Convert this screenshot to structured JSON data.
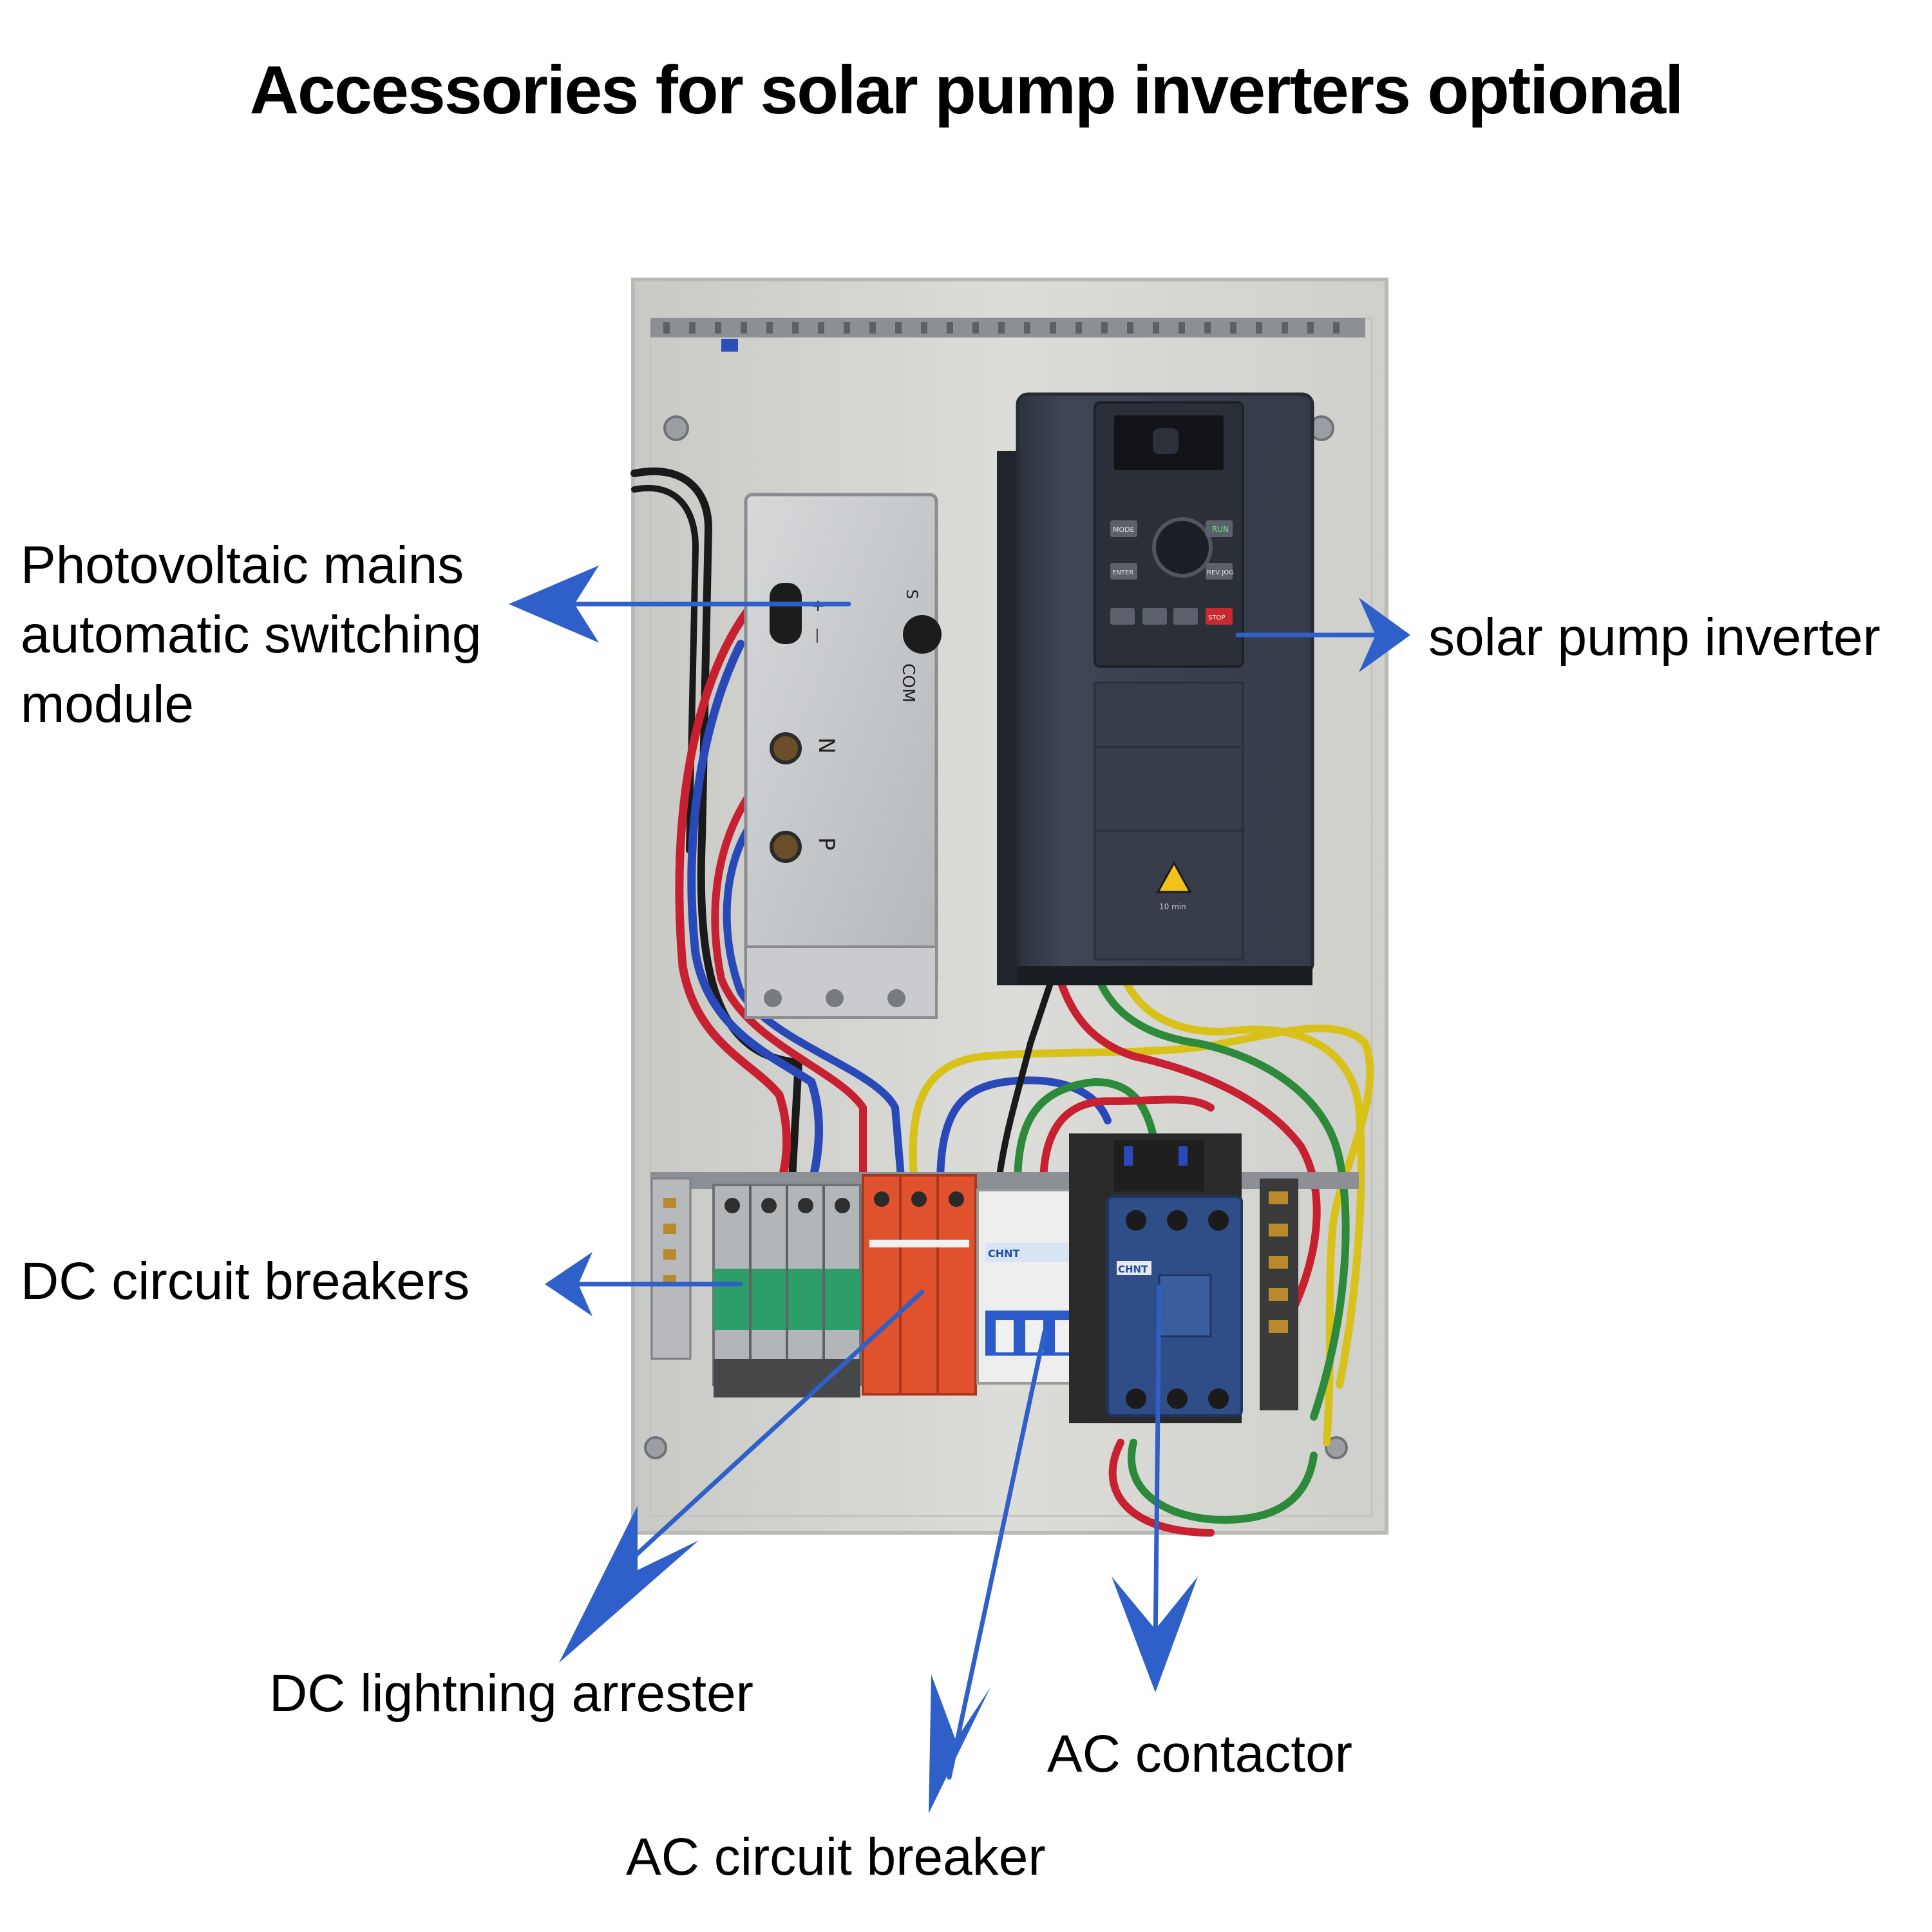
{
  "title": "Accessories for solar pump inverters optional",
  "labels": {
    "pv_module": [
      "Photovoltaic mains",
      "automatic switching",
      "module"
    ],
    "inverter": "solar pump inverter",
    "dc_breakers": "DC circuit breakers",
    "dc_arrester": "DC lightning arrester",
    "ac_breaker": "AC circuit breaker",
    "ac_contactor": "AC contactor"
  },
  "module_terminals": {
    "plus": "+",
    "minus": "—",
    "s": "S",
    "com": "COM",
    "n": "N",
    "p": "P"
  },
  "inverter_panel": {
    "btn_mode": "MODE",
    "btn_run": "RUN",
    "btn_enter": "ENTER",
    "btn_rev": "REV JOG",
    "btn_stop": "STOP",
    "warning_text": "10 min"
  },
  "contactor_brand": "CHNT",
  "breaker_brand": "CHNT",
  "colors": {
    "arrow": "#2f5fc8",
    "enclosure": "#d9d9d6",
    "inverter": "#3b4250",
    "arrester": "#e0522d",
    "contactor": "#2f4d86",
    "module": "#c4c6c8"
  }
}
